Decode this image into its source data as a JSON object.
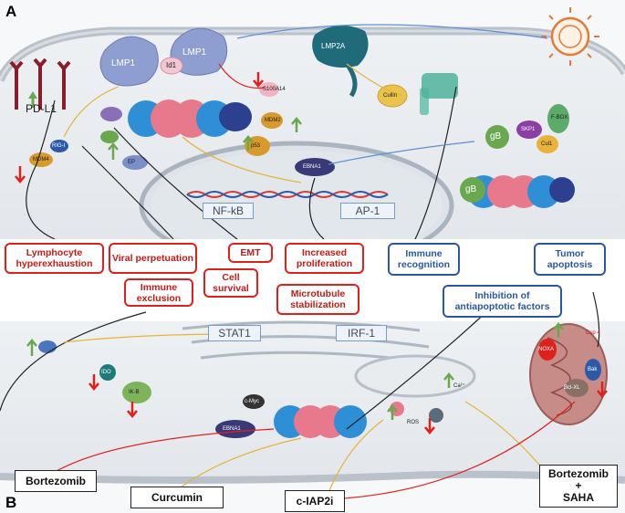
{
  "panels": {
    "a": "A",
    "b": "B"
  },
  "membrane_proteins": {
    "lmp1_left": "LMP1",
    "lmp1_right": "LMP1",
    "id1": "Id1",
    "lmp2a": "LMP2A",
    "pd_l1": "PD-L1"
  },
  "molecules_a": {
    "s100a14": "S100A14",
    "mdm2": "MDM2",
    "p53": "p53",
    "ebna1": "EBNA1",
    "cullin": "Cullin",
    "gb_top": "gB",
    "gb_bottom": "gB",
    "skp1": "SKP1",
    "cul1": "Cul1",
    "fbox": "F-BOX",
    "rig1": "RIG-I",
    "mdm4": "MDM4",
    "ep": "EP"
  },
  "dna": {
    "nfkb": "NF-kB",
    "ap1": "AP-1"
  },
  "outcomes_red": {
    "lymphocyte": "Lymphocyte hyperexhaustion",
    "viral": "Viral perpetuation",
    "emt": "EMT",
    "proliferation": "Increased proliferation",
    "immune_exclusion": "Immune exclusion",
    "cell_survival": "Cell survival",
    "microtubule": "Microtubule stabilization"
  },
  "outcomes_blue": {
    "immune_recognition": "Immune recognition",
    "tumor_apoptosis": "Tumor apoptosis",
    "antiapoptotic": "Inhibition of antiapoptotic factors"
  },
  "panel_b": {
    "stat1": "STAT1",
    "irf1": "IRF-1",
    "ido": "IDO",
    "ikb": "IK-B",
    "ebna1": "EBNA1",
    "cmyc": "c-Myc",
    "ca": "Ca²⁺",
    "ros": "ROS",
    "noxa": "NOXA",
    "bclxl": "Bcl-XL",
    "csp4": "Csp 4",
    "bax": "Bak"
  },
  "treatments": {
    "bortezomib": "Bortezomib",
    "curcumin": "Curcumin",
    "ciap2i": "c-IAP2i",
    "combo_line1": "Bortezomib",
    "combo_plus": "+",
    "combo_line2": "SAHA"
  },
  "colors": {
    "red_outcome": "#e0201b",
    "blue_outcome": "#2a56a8",
    "proteasome_blue": "#2e8fd6",
    "proteasome_pink": "#e8788c",
    "proteasome_navy": "#2d3f8f",
    "membrane": "#b7bfc8",
    "cytoplasm": "#e9ecef"
  }
}
